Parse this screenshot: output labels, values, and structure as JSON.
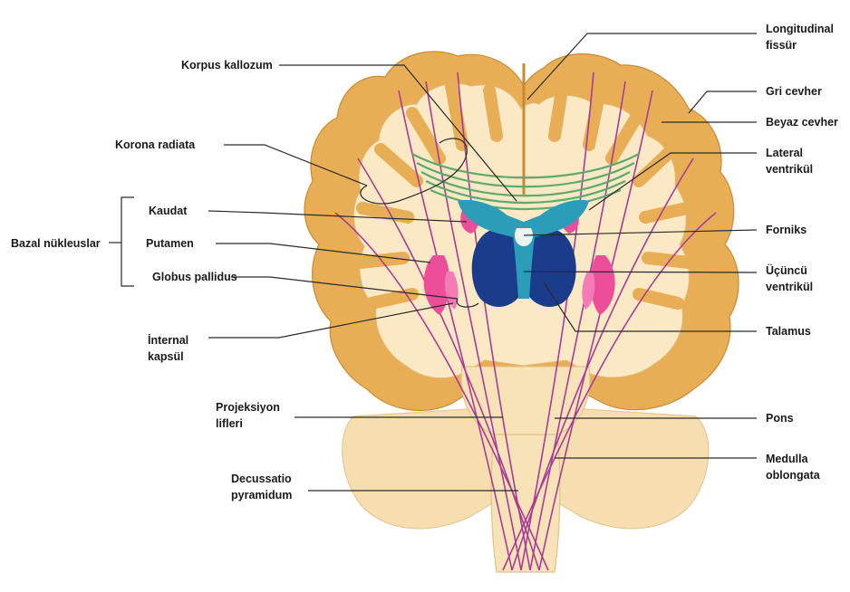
{
  "labels": {
    "korpus_kallozum": "Korpus kallozum",
    "korona_radiata": "Korona radiata",
    "bazal_nukleuslar": "Bazal nükleuslar",
    "kaudat": "Kaudat",
    "putamen": "Putamen",
    "globus_pallidus": "Globus pallidus",
    "internal_kapsul": [
      "İnternal",
      "kapsül"
    ],
    "projeksiyon_lifleri": [
      "Projeksiyon",
      "lifleri"
    ],
    "decussatio_pyramidum": [
      "Decussatio",
      "pyramidum"
    ],
    "longitudinal_fissur": [
      "Longitudinal",
      "fissür"
    ],
    "gri_cevher": "Gri cevher",
    "beyaz_cevher": "Beyaz cevher",
    "lateral_ventrikul": [
      "Lateral",
      "ventrikül"
    ],
    "forniks": "Forniks",
    "ucuncu_ventrikul": [
      "Üçüncü",
      "ventrikül"
    ],
    "talamus": "Talamus",
    "pons": "Pons",
    "medulla_oblongata": [
      "Medulla",
      "oblongata"
    ]
  },
  "colors": {
    "gray_matter": "#E8AE55",
    "white_matter": "#FBE8C4",
    "brainstem": "#F6DEB0",
    "projection_fibers": "#A83C96",
    "corpus_callosum_fibers": "#5DAA6B",
    "basal_nuclei": "#EC4E9A",
    "ventricle": "#2B9DB8",
    "thalamus": "#1B3C8C",
    "leader_line": "#2a2a2a"
  }
}
